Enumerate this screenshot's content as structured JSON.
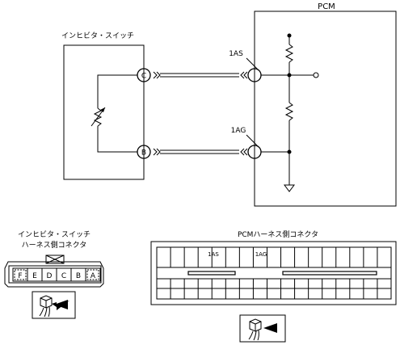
{
  "pcm": {
    "title": "PCM"
  },
  "switch": {
    "title": "インヒビタ・スイッチ"
  },
  "terminals": {
    "switch_c": "C",
    "switch_b": "B",
    "pcm_1as": "1AS",
    "pcm_1ag": "1AG"
  },
  "switch_connector": {
    "title_line1": "インヒビタ・スイッチ",
    "title_line2": "ハーネス側コネクタ",
    "pins": [
      "F",
      "E",
      "D",
      "C",
      "B",
      "A"
    ]
  },
  "pcm_connector": {
    "title": "PCMハーネス側コネクタ",
    "label_1as": "1AS",
    "label_1ag": "1AG"
  }
}
